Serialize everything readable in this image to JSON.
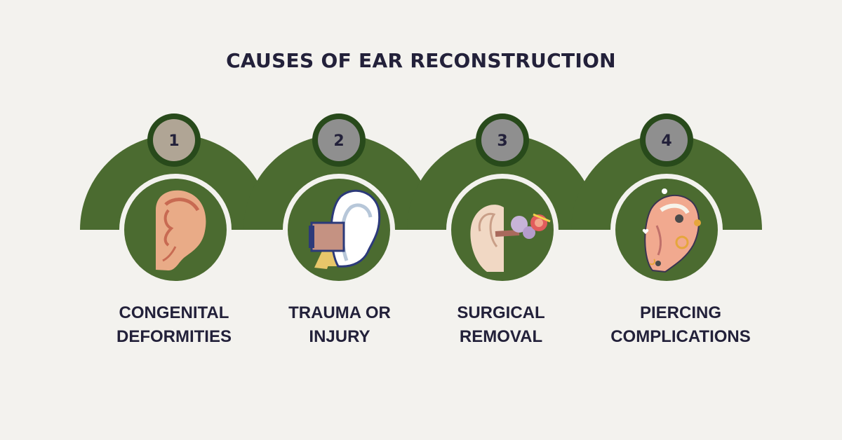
{
  "title": "CAUSES OF EAR RECONSTRUCTION",
  "colors": {
    "background": "#f3f2ee",
    "arc_green": "#4b6b30",
    "ring_dark": "#284a1b",
    "badge_1": "#b0a595",
    "badge_other": "#8f8f8f",
    "text": "#23213a"
  },
  "steps": [
    {
      "number": "1",
      "line1": "CONGENITAL",
      "line2": "DEFORMITIES",
      "icon": "ear-deformity-icon"
    },
    {
      "number": "2",
      "line1": "TRAUMA OR",
      "line2": "INJURY",
      "icon": "ear-bandage-icon"
    },
    {
      "number": "3",
      "line1": "SURGICAL",
      "line2": "REMOVAL",
      "icon": "inner-ear-anatomy-icon"
    },
    {
      "number": "4",
      "line1": "PIERCING",
      "line2": "COMPLICATIONS",
      "icon": "pierced-ear-icon"
    }
  ]
}
